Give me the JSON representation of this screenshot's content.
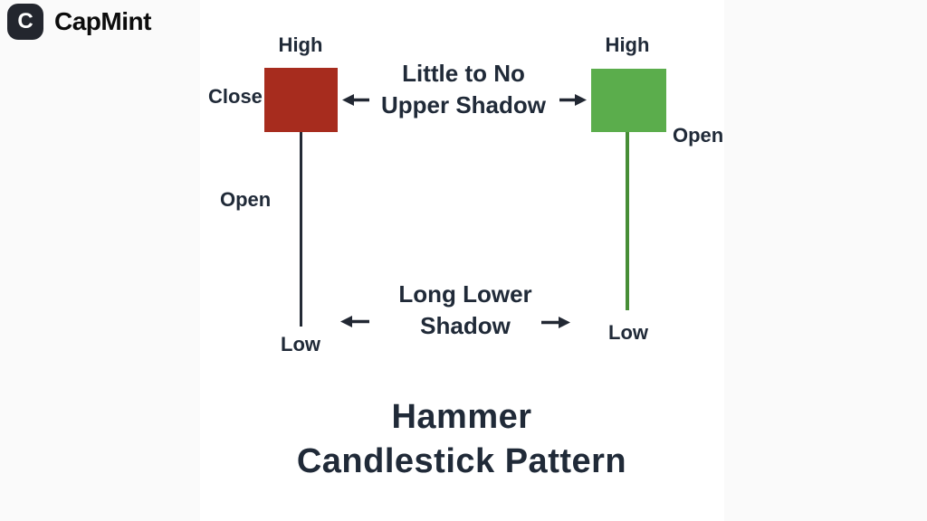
{
  "brand": {
    "icon_letter": "C",
    "name": "CapMint"
  },
  "diagram": {
    "bearish_candle": {
      "high_label": "High",
      "close_label": "Close",
      "open_label": "Open",
      "low_label": "Low"
    },
    "bullish_candle": {
      "high_label": "High",
      "open_label": "Open",
      "low_label": "Low"
    },
    "upper_annotation": {
      "line1": "Little to No",
      "line2": "Upper Shadow"
    },
    "lower_annotation": {
      "line1": "Long Lower",
      "line2": "Shadow"
    },
    "title_line1": "Hammer",
    "title_line2": "Candlestick Pattern"
  },
  "colors": {
    "bearish_body": "#A72C1E",
    "bullish_body": "#5BAD4C",
    "bearish_wick": "#232A35",
    "bullish_wick": "#478E36",
    "text_dark": "#202A38",
    "logo_background": "#23262E"
  }
}
